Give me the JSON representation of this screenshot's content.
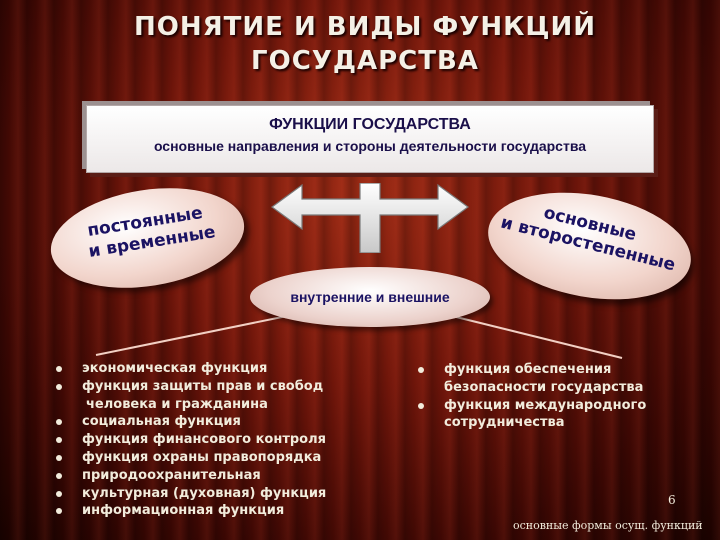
{
  "slide": {
    "title_line1": "ПОНЯТИЕ И ВИДЫ ФУНКЦИЙ",
    "title_line2": "ГОСУДАРСТВА"
  },
  "definition_box": {
    "heading": "ФУНКЦИИ ГОСУДАРСТВА",
    "subtitle": "основные направления и стороны деятельности государства"
  },
  "ovals": {
    "left_line1": "постоянные",
    "left_line2": "и временные",
    "right_line1": "основные",
    "right_line2": "и второстепенные",
    "middle": "внутренние и внешние"
  },
  "internal_functions": [
    "экономическая функция",
    "функция защиты прав и свобод",
    "человека и гражданина",
    "социальная функция",
    "функция финансового контроля",
    "функция охраны правопорядка",
    "природоохранительная",
    "культурная (духовная) функция",
    "информационная функция"
  ],
  "external_functions": [
    "функция обеспечения безопасности государства",
    "функция международного сотрудничества"
  ],
  "page_number": "6",
  "footer_text": "основные формы осущ. функций",
  "colors": {
    "background": "#6e150a",
    "text_light": "#f2ecdc",
    "text_dark_blue": "#1a0f4a"
  }
}
